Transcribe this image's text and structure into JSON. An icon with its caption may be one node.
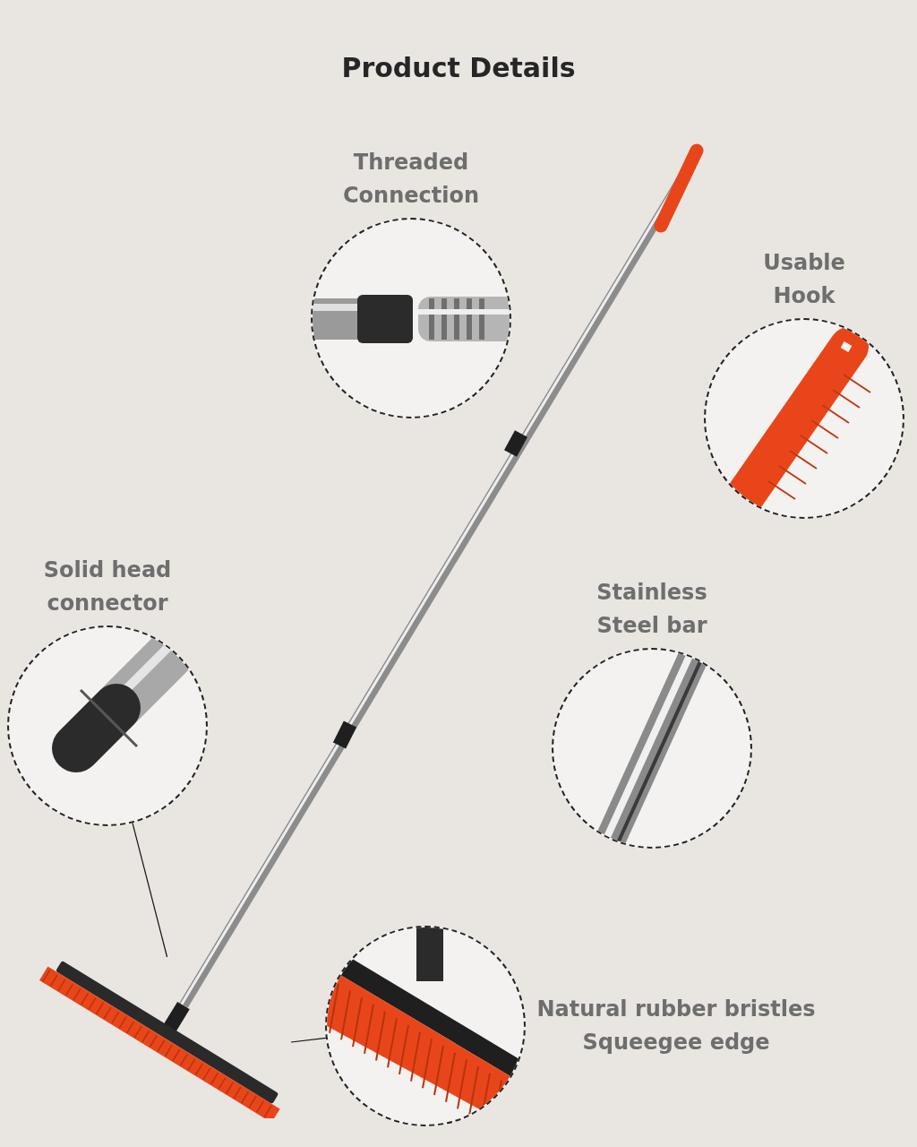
{
  "diagram": {
    "title": "Product Details",
    "nodes": [
      {
        "text": [
          "Threaded Connection"
        ]
      },
      {
        "text": [
          "Usable Hook"
        ]
      },
      {
        "text": [
          "Solid head connector"
        ]
      },
      {
        "text": [
          "Stainless Steel bar"
        ]
      },
      {
        "text": [
          "Natural rubber bristles",
          "Squeegee edge"
        ]
      },
      {
        "text": [],
        "shape": "picture"
      }
    ],
    "edges": [
      {
        "from": 2,
        "to": 5,
        "arrow": "none"
      },
      {
        "from": 4,
        "to": 5,
        "arrow": "none"
      }
    ]
  }
}
